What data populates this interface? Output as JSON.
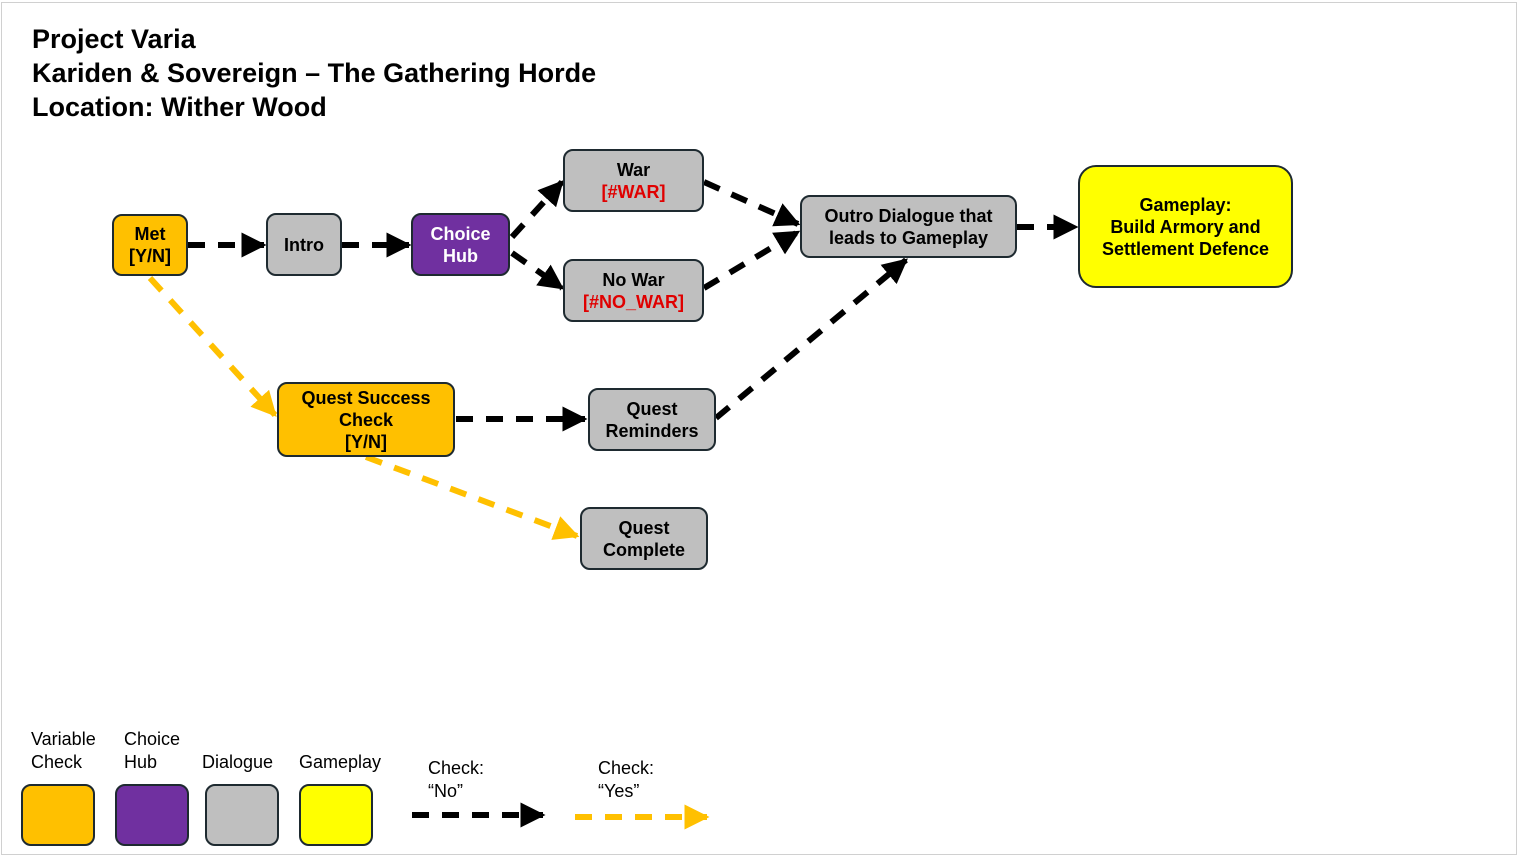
{
  "header": {
    "line1": "Project Varia",
    "line2": "Kariden & Sovereign – The Gathering Horde",
    "line3": "Location: Wither Wood"
  },
  "colors": {
    "variable_check": "#ffc000",
    "choice_hub": "#7030a0",
    "dialogue": "#bfbfbf",
    "gameplay": "#ffff00",
    "no_arrow": "#000000",
    "yes_arrow": "#ffc000",
    "tag_text": "#e00000"
  },
  "nodes": {
    "met": {
      "line1": "Met",
      "line2": "[Y/N]",
      "type": "variable_check"
    },
    "intro": {
      "line1": "Intro",
      "type": "dialogue"
    },
    "choice_hub": {
      "line1": "Choice",
      "line2": "Hub",
      "type": "choice_hub"
    },
    "war": {
      "line1": "War",
      "tag": "[#WAR]",
      "type": "dialogue"
    },
    "no_war": {
      "line1": "No War",
      "tag": "[#NO_WAR]",
      "type": "dialogue"
    },
    "outro": {
      "line1": "Outro Dialogue that",
      "line2": "leads to Gameplay",
      "type": "dialogue"
    },
    "gameplay": {
      "line1": "Gameplay:",
      "line2": "Build Armory and",
      "line3": "Settlement Defence",
      "type": "gameplay"
    },
    "quest_success": {
      "line1": "Quest Success",
      "line2": "Check",
      "line3": "[Y/N]",
      "type": "variable_check"
    },
    "quest_reminders": {
      "line1": "Quest",
      "line2": "Reminders",
      "type": "dialogue"
    },
    "quest_complete": {
      "line1": "Quest",
      "line2": "Complete",
      "type": "dialogue"
    }
  },
  "edges": [
    {
      "from": "met",
      "to": "intro",
      "kind": "no"
    },
    {
      "from": "intro",
      "to": "choice_hub",
      "kind": "no"
    },
    {
      "from": "choice_hub",
      "to": "war",
      "kind": "no"
    },
    {
      "from": "choice_hub",
      "to": "no_war",
      "kind": "no"
    },
    {
      "from": "war",
      "to": "outro",
      "kind": "no"
    },
    {
      "from": "no_war",
      "to": "outro",
      "kind": "no"
    },
    {
      "from": "quest_reminders",
      "to": "outro",
      "kind": "no"
    },
    {
      "from": "outro",
      "to": "gameplay",
      "kind": "no"
    },
    {
      "from": "quest_success",
      "to": "quest_reminders",
      "kind": "no"
    },
    {
      "from": "met",
      "to": "quest_success",
      "kind": "yes"
    },
    {
      "from": "quest_success",
      "to": "quest_complete",
      "kind": "yes"
    }
  ],
  "legend": {
    "variable_check": {
      "line1": "Variable",
      "line2": "Check"
    },
    "choice_hub": {
      "line1": "Choice",
      "line2": "Hub"
    },
    "dialogue": {
      "line1": "Dialogue"
    },
    "gameplay": {
      "line1": "Gameplay"
    },
    "check_no": {
      "line1": "Check:",
      "line2": "“No”"
    },
    "check_yes": {
      "line1": "Check:",
      "line2": "“Yes”"
    }
  }
}
